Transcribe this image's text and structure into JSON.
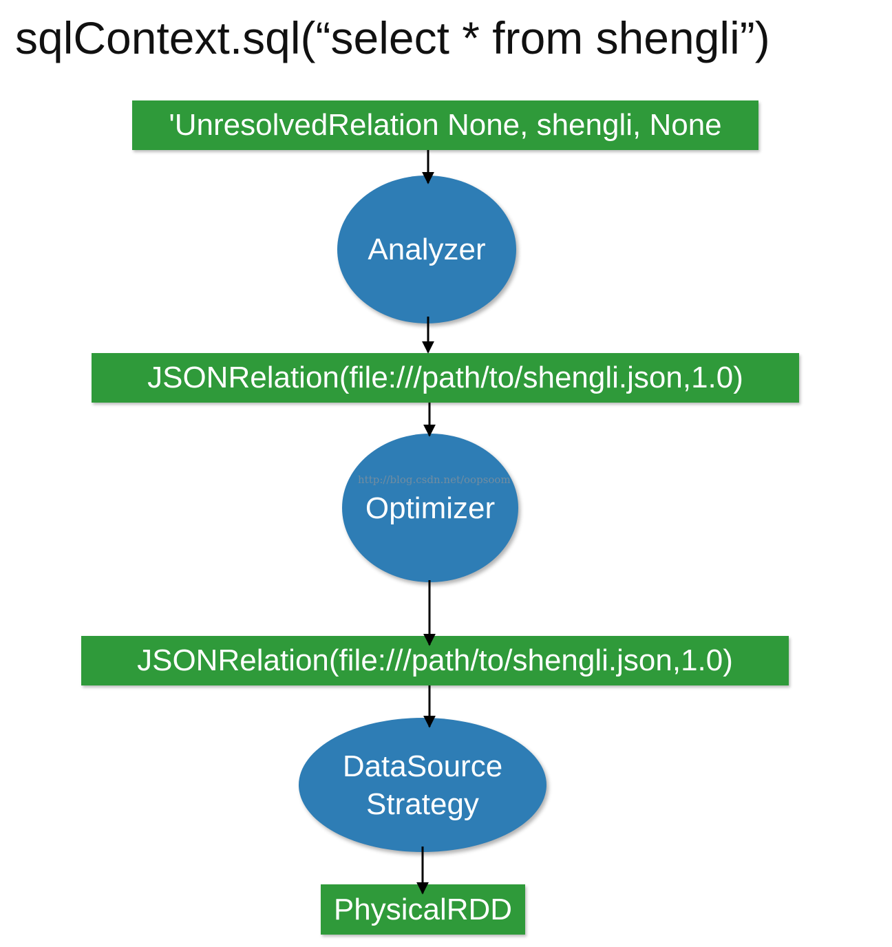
{
  "title": "sqlContext.sql(“select * from shengli”)",
  "nodes": [
    {
      "id": "unresolved",
      "kind": "box",
      "label": "'UnresolvedRelation None, shengli, None"
    },
    {
      "id": "analyzer",
      "kind": "ellipse",
      "label": "Analyzer"
    },
    {
      "id": "jsonrelation-1",
      "kind": "box",
      "label": "JSONRelation(file:///path/to/shengli.json,1.0)"
    },
    {
      "id": "optimizer",
      "kind": "ellipse",
      "label": "Optimizer"
    },
    {
      "id": "jsonrelation-2",
      "kind": "box",
      "label": "JSONRelation(file:///path/to/shengli.json,1.0)"
    },
    {
      "id": "datasource-strategy",
      "kind": "ellipse",
      "label": "DataSource\nStrategy"
    },
    {
      "id": "physicalrdd",
      "kind": "box",
      "label": "PhysicalRDD"
    }
  ],
  "edges": [
    {
      "from": "unresolved",
      "to": "analyzer"
    },
    {
      "from": "analyzer",
      "to": "jsonrelation-1"
    },
    {
      "from": "jsonrelation-1",
      "to": "optimizer"
    },
    {
      "from": "optimizer",
      "to": "jsonrelation-2"
    },
    {
      "from": "jsonrelation-2",
      "to": "datasource-strategy"
    },
    {
      "from": "datasource-strategy",
      "to": "physicalrdd"
    }
  ],
  "watermark": "http://blog.csdn.net/oopsoom",
  "colors": {
    "box_fill": "#2f9a3a",
    "ellipse_fill": "#2e7db5",
    "text_on_shape": "#ffffff",
    "arrow": "#000000"
  }
}
